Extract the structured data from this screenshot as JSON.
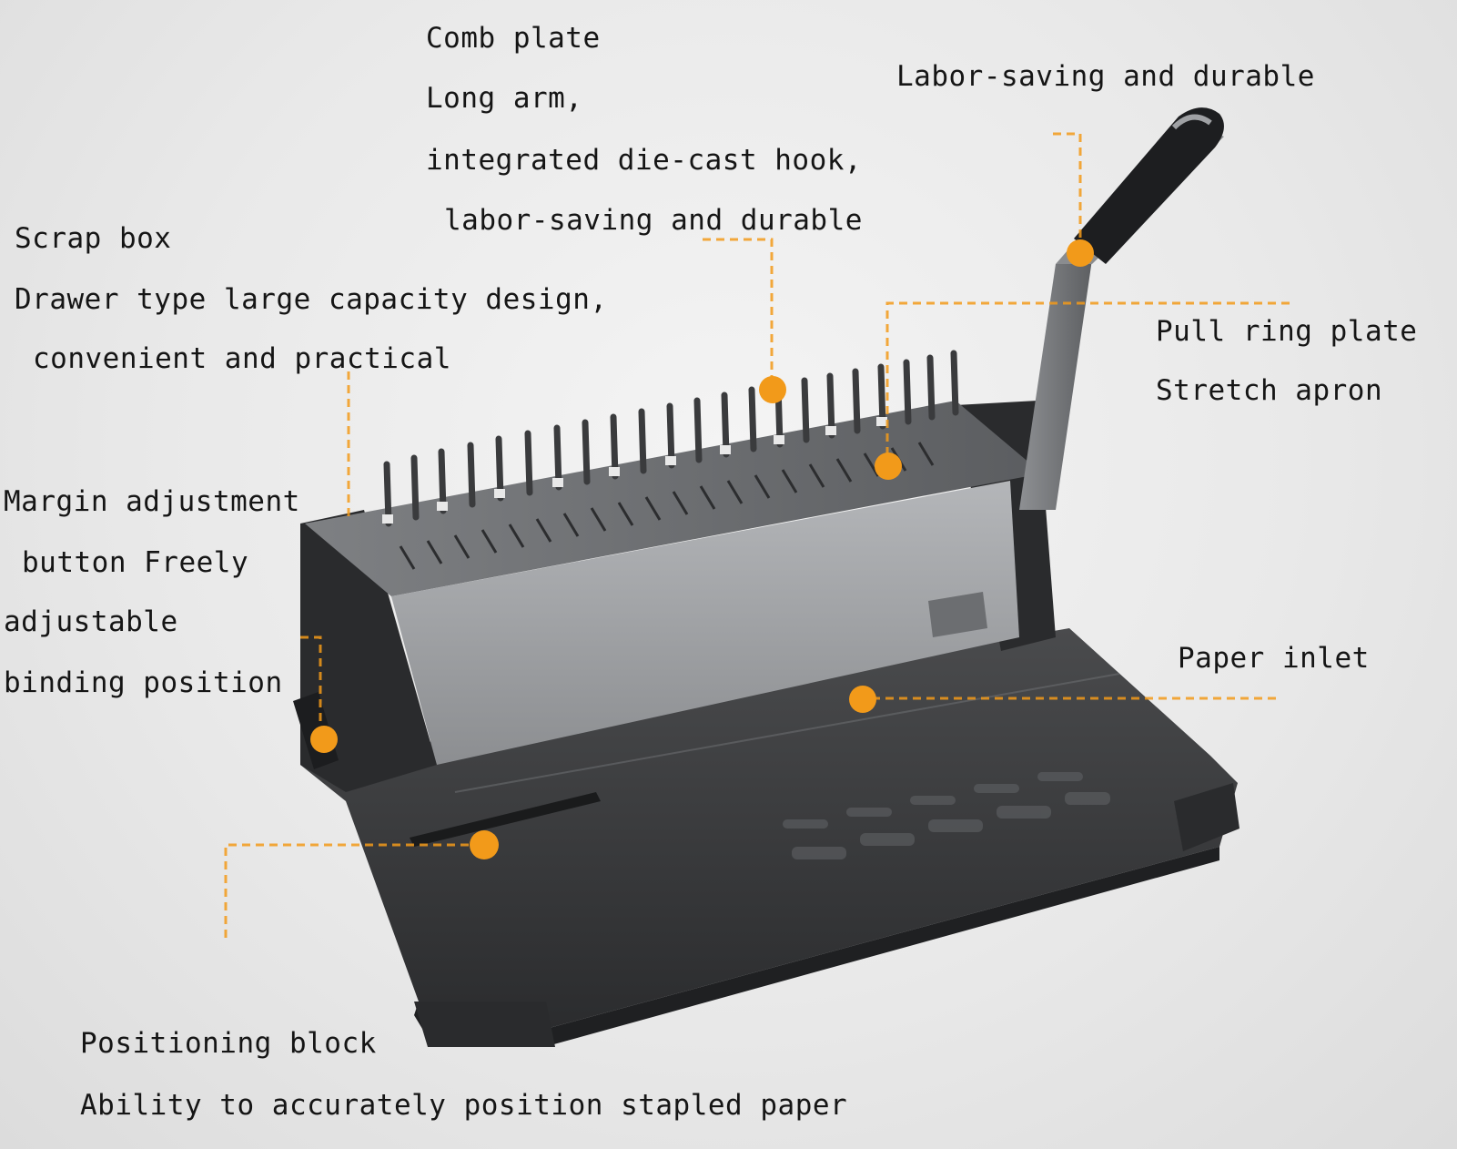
{
  "colors": {
    "accent": "#f29a1a",
    "body_dark": "#2e2f31",
    "body_grey": "#9a9c9f",
    "base": "#3c3d3f"
  },
  "labels": {
    "comb_plate": {
      "title": "Comb plate",
      "line1": "Long arm,",
      "line2": "integrated die-cast hook,",
      "line3": "labor-saving and durable"
    },
    "handle": {
      "title": "Labor-saving and durable"
    },
    "scrap_box": {
      "title": "Scrap box",
      "line1": "Drawer type large capacity design,",
      "line2": "convenient and practical"
    },
    "pull_ring": {
      "title": "Pull ring plate",
      "line1": "Stretch apron"
    },
    "margin": {
      "title": "Margin adjustment",
      "line1": "button Freely",
      "line2": "adjustable",
      "line3": "binding position"
    },
    "paper_inlet": {
      "title": "Paper inlet"
    },
    "positioning": {
      "title": "Positioning block",
      "line1": "Ability to accurately position stapled paper"
    }
  }
}
